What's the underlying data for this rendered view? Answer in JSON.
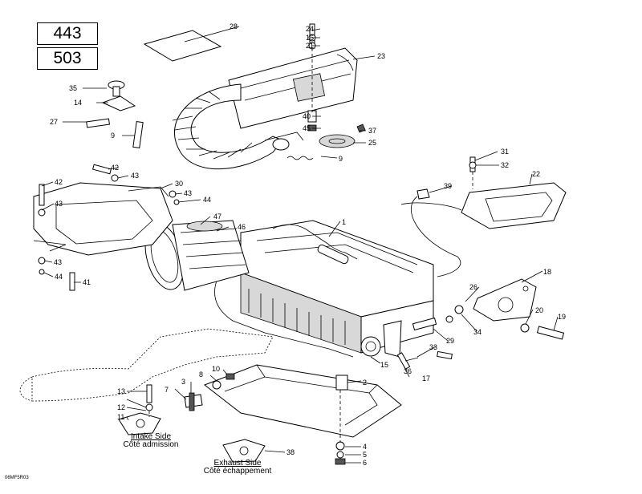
{
  "models": [
    "443",
    "503"
  ],
  "labels": {
    "intake_en": "Intake Side",
    "intake_fr": "Côté admission",
    "exhaust_en": "Exhaust Side",
    "exhaust_fr": "Côté échappement",
    "drawing_code": "06MF5R03"
  },
  "callouts": [
    "1",
    "2",
    "3",
    "4",
    "5",
    "6",
    "7",
    "8",
    "9",
    "9",
    "10",
    "11",
    "12",
    "13",
    "14",
    "15",
    "16",
    "17",
    "18",
    "19",
    "20",
    "21",
    "22",
    "23",
    "24",
    "25",
    "26",
    "27",
    "28",
    "29",
    "30",
    "31",
    "32",
    "33",
    "34",
    "35",
    "36",
    "37",
    "38",
    "39",
    "40",
    "41",
    "42",
    "42",
    "43",
    "43",
    "43",
    "43",
    "44",
    "44",
    "45",
    "46",
    "47"
  ]
}
